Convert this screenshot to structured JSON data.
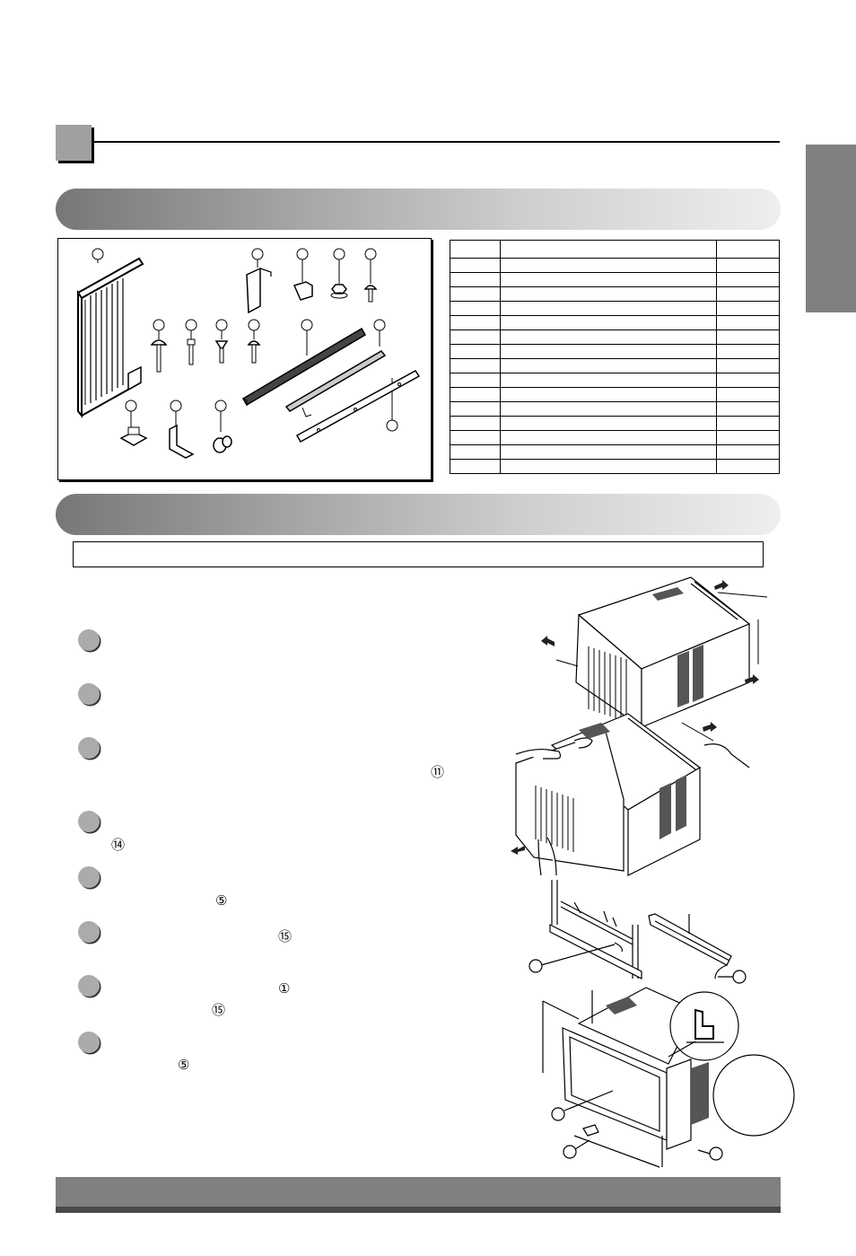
{
  "section": {
    "number": "",
    "title": ""
  },
  "side_tab": {
    "label": ""
  },
  "parts_header": {
    "title": ""
  },
  "parts_illustration": {
    "callouts": [
      "",
      "",
      "",
      "",
      "",
      "",
      "",
      "",
      "",
      "",
      "",
      "",
      "",
      "",
      ""
    ]
  },
  "parts_table": {
    "headers": [
      "",
      "",
      ""
    ],
    "rows": [
      [
        "",
        "",
        ""
      ],
      [
        "",
        "",
        ""
      ],
      [
        "",
        "",
        ""
      ],
      [
        "",
        "",
        ""
      ],
      [
        "",
        "",
        ""
      ],
      [
        "",
        "",
        ""
      ],
      [
        "",
        "",
        ""
      ],
      [
        "",
        "",
        ""
      ],
      [
        "",
        "",
        ""
      ],
      [
        "",
        "",
        ""
      ],
      [
        "",
        "",
        ""
      ],
      [
        "",
        "",
        ""
      ],
      [
        "",
        "",
        ""
      ],
      [
        "",
        "",
        ""
      ],
      [
        "",
        "",
        ""
      ]
    ]
  },
  "install_header": {
    "title": ""
  },
  "note": {
    "text": ""
  },
  "steps": [
    {
      "number": "",
      "text": "",
      "refs": []
    },
    {
      "number": "",
      "text": "",
      "refs": []
    },
    {
      "number": "",
      "text": "",
      "refs": [
        "⑪"
      ]
    },
    {
      "number": "",
      "text": "",
      "refs": [
        "⑭"
      ]
    },
    {
      "number": "",
      "text": "",
      "refs": [
        "⑤"
      ]
    },
    {
      "number": "",
      "text": "",
      "refs": [
        "⑮"
      ]
    },
    {
      "number": "",
      "text": "",
      "refs": [
        "①",
        "⑮"
      ]
    },
    {
      "number": "",
      "text": "",
      "refs": [
        "⑤"
      ]
    }
  ],
  "footer": {
    "text": ""
  },
  "colors": {
    "section_square": "#a0a0a0",
    "side_tab": "#808080",
    "pill_start": "#777777",
    "pill_end": "#efefef",
    "step_dot": "#ababab",
    "footer_bar": "#808080",
    "footer_shadow": "#4a4a4a"
  }
}
